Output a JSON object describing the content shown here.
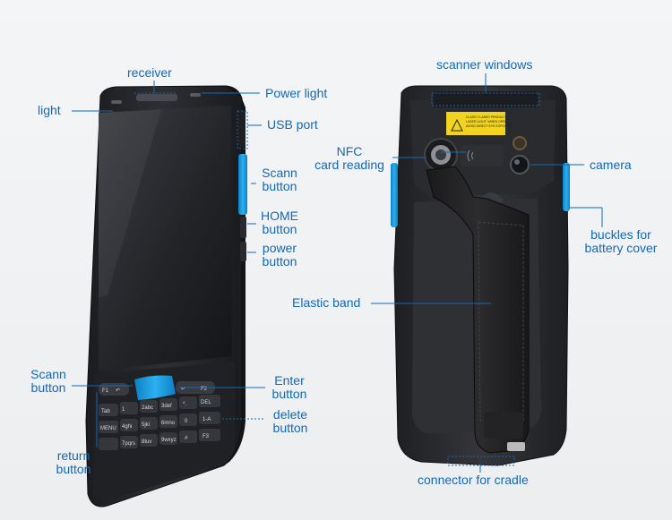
{
  "labels": {
    "light": "light",
    "receiver": "receiver",
    "power_light": "Power light",
    "usb_port": "USB port",
    "scann_button_side": [
      "Scann",
      "button"
    ],
    "home_button": [
      "HOME",
      "button"
    ],
    "power_button": [
      "power",
      "button"
    ],
    "scann_button_front": [
      "Scann",
      "button"
    ],
    "return_button": [
      "return",
      "button"
    ],
    "enter_button": [
      "Enter",
      "button"
    ],
    "delete_button": [
      "delete",
      "button"
    ],
    "scanner_windows": "scanner windows",
    "nfc_card_reading": [
      "NFC",
      "card reading"
    ],
    "camera": "camera",
    "buckles_battery_cover": [
      "buckles for",
      "battery cover"
    ],
    "elastic_band": "Elastic band",
    "connector_for_cradle": "connector for cradle"
  },
  "keypad": {
    "row1": [
      "F1",
      "↶",
      "↵",
      "F2"
    ],
    "row2": [
      "Tab",
      "1",
      "2abc",
      "3def",
      "*.",
      "DEL"
    ],
    "row3": [
      "MENU",
      "4ghi",
      "5jkl",
      "6mno",
      "0",
      "1-A"
    ],
    "row4": [
      "",
      "7pqrs",
      "8tuv",
      "9wxyz",
      "#",
      "F3"
    ]
  },
  "warning_sticker": [
    "CLASS 2 LASER PRODUCT",
    "LASER LIGHT. WHEN OPEN.",
    "AVOID DIRECT EYE EXPOSURE"
  ],
  "colors": {
    "label": "#1468b4",
    "accent_blue": "#1ea0e6",
    "body_dark": "#2c2d30"
  }
}
